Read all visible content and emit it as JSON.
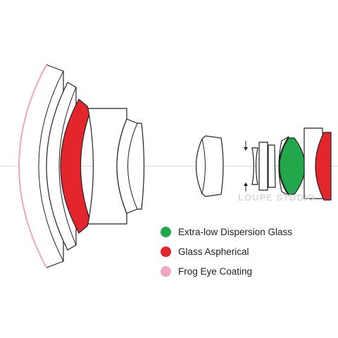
{
  "colors": {
    "outline": "#222222",
    "optical_axis": "#c8c8c8",
    "extra_low_dispersion": "#22a84a",
    "glass_aspherical": "#e3252c",
    "frog_eye_coating": "#f0a6bd"
  },
  "legend": [
    {
      "label": "Extra-low Dispersion Glass",
      "color": "#22a84a"
    },
    {
      "label": "Glass Aspherical",
      "color": "#e3252c"
    },
    {
      "label": "Frog Eye Coating",
      "color": "#f0a6bd"
    }
  ],
  "watermark": {
    "text": "LOUPE STUDIO"
  }
}
